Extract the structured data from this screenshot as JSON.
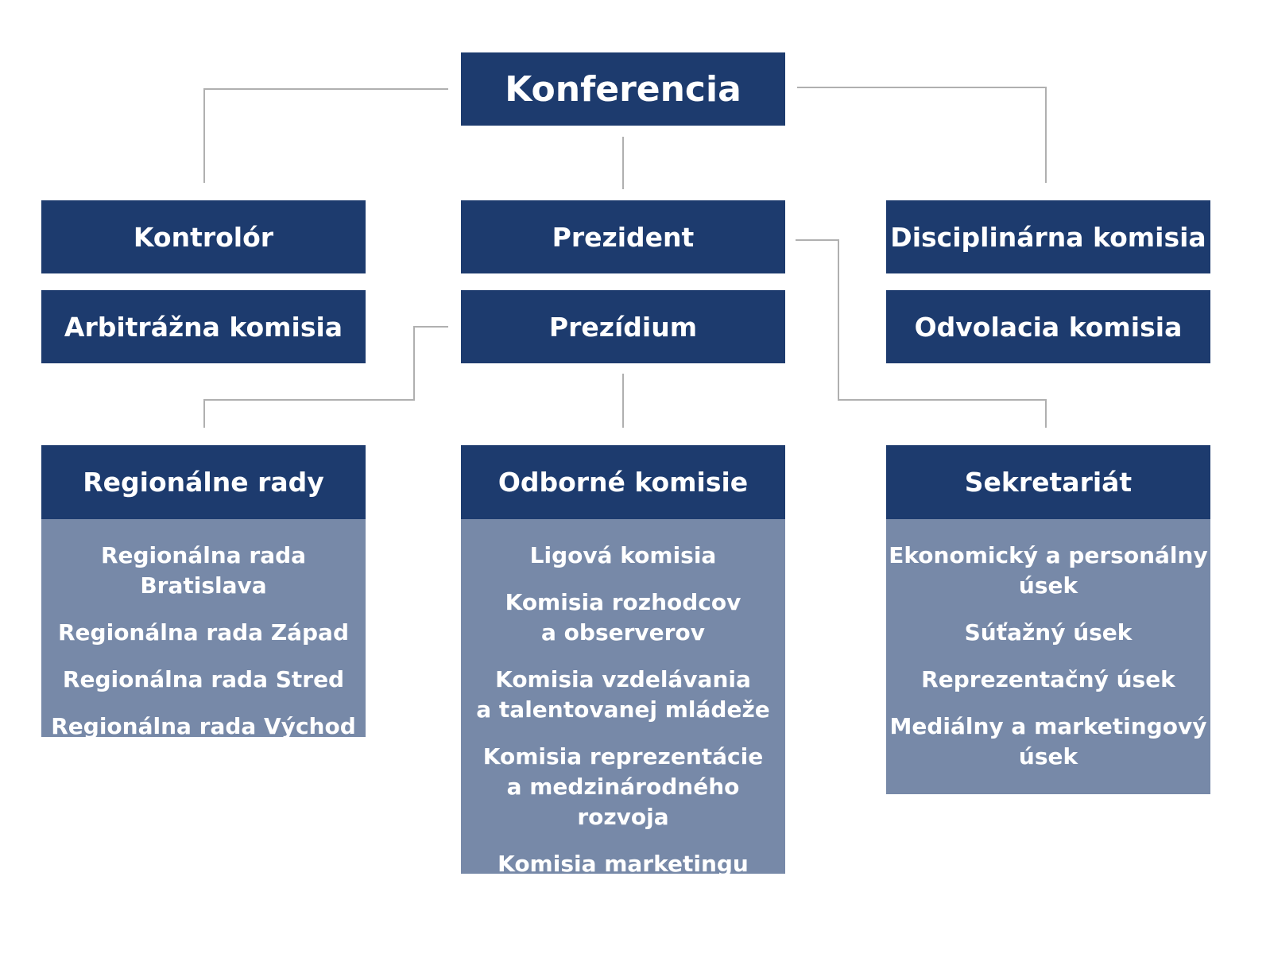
{
  "top": {
    "label": "Konferencia"
  },
  "row1": {
    "left": "Kontrolór",
    "center": "Prezident",
    "right": "Disciplinárna komisia"
  },
  "row2": {
    "left": "Arbitrážna komisia",
    "center": "Prezídium",
    "right": "Odvolacia komisia"
  },
  "groups": {
    "regional": {
      "title": "Regionálne rady",
      "items": [
        "Regionálna rada Bratislava",
        "Regionálna rada Západ",
        "Regionálna rada Stred",
        "Regionálna rada Východ"
      ]
    },
    "expert": {
      "title": "Odborné komisie",
      "items": [
        "Ligová komisia",
        "Komisia rozhodcov\na observerov",
        "Komisia vzdelávania\na talentovanej mládeže",
        "Komisia reprezentácie\na medzinárodného rozvoja",
        "Komisia marketingu"
      ]
    },
    "secretariat": {
      "title": "Sekretariát",
      "items": [
        "Ekonomický a personálny\núsek",
        "Súťažný úsek",
        "Reprezentačný úsek",
        "Mediálny a marketingový\núsek"
      ]
    }
  },
  "colors": {
    "box": "#1d3b6e",
    "panel": "#7789a8",
    "connector": "#b0b0b0",
    "text": "#ffffff"
  }
}
